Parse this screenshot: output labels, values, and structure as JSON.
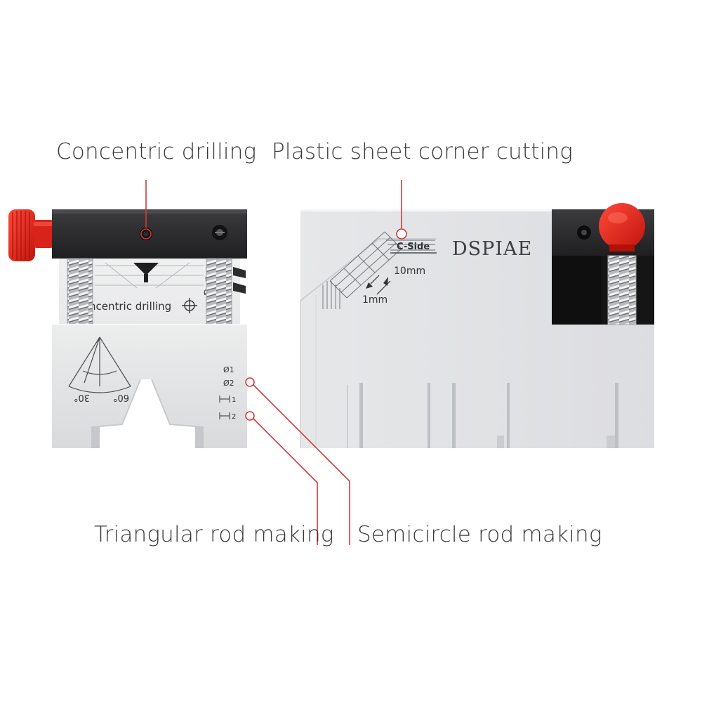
{
  "callouts": {
    "concentric_drilling": "Concentric drilling",
    "plastic_sheet_corner_cutting": "Plastic sheet corner cutting",
    "triangular_rod_making": "Triangular rod making",
    "semicircle_rod_making": "Semicircle rod making"
  },
  "left_tool": {
    "engraving_label": "ncentric drilling",
    "hole_marks": [
      "Ø5",
      "Ø1.5"
    ],
    "angle_marks": [
      "30°",
      "60°"
    ],
    "rod_marks": [
      "Ø1",
      "Ø2",
      "1",
      "2"
    ]
  },
  "right_tool": {
    "brand": "DSPIAE",
    "side_label": "C-Side",
    "scale_large": "10mm",
    "scale_small": "1mm"
  },
  "colors": {
    "accent_red": "#d9261c",
    "callout_line": "#d23a3a",
    "body_dark": "#2f2f31",
    "aluminum": "#e3e4e6"
  }
}
